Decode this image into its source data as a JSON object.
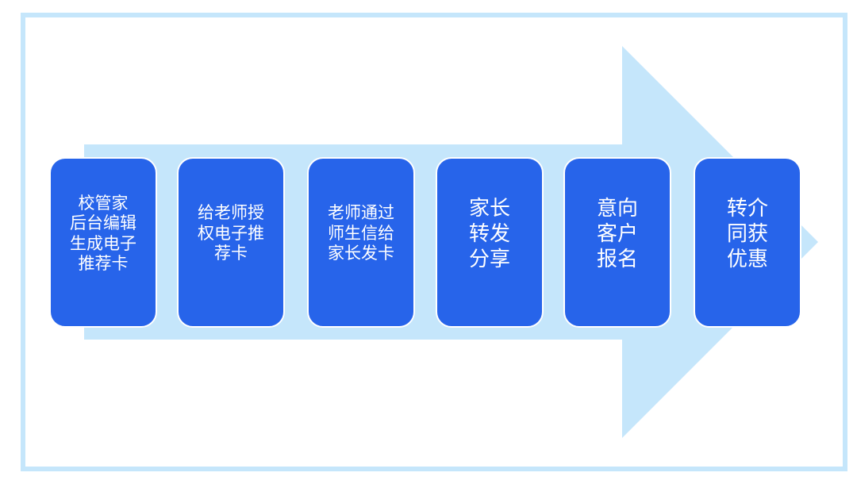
{
  "diagram": {
    "type": "process-flow-arrow",
    "colors": {
      "frame_border": "#c5e6fb",
      "arrow_fill": "#c5e6fb",
      "step_fill": "#2764ea",
      "step_text": "#ffffff",
      "background": "#ffffff"
    },
    "steps": [
      {
        "label": "校管家\n后台编辑\n生成电子\n推荐卡"
      },
      {
        "label": "给老师授\n权电子推\n荐卡"
      },
      {
        "label": "老师通过\n师生信给\n家长发卡"
      },
      {
        "label": "家长\n转发\n分享"
      },
      {
        "label": "意向\n客户\n报名"
      },
      {
        "label": "转介\n同获\n优惠"
      }
    ]
  }
}
